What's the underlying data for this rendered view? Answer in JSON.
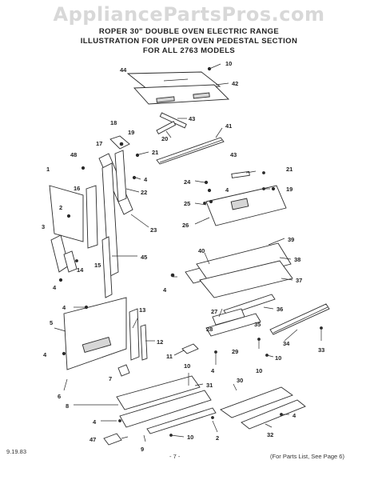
{
  "watermark": "AppliancePartsPros.com",
  "header": {
    "line1": "ROPER 30\" DOUBLE OVEN ELECTRIC RANGE",
    "line2": "ILLUSTRATION FOR UPPER OVEN PEDESTAL SECTION",
    "line3": "FOR ALL 2763 MODELS"
  },
  "footer": {
    "date": "9.19.83",
    "page": "- 7 -",
    "note": "(For Parts List, See Page 6)"
  },
  "callouts": {
    "c44": "44",
    "c10a": "10",
    "c42": "42",
    "c43a": "43",
    "c20": "20",
    "c41": "41",
    "c18": "18",
    "c19a": "19",
    "c17": "17",
    "c21a": "21",
    "c48": "48",
    "c4a": "4",
    "c22": "22",
    "c43b": "43",
    "c21b": "21",
    "c24": "24",
    "c4b": "4",
    "c19b": "19",
    "c25": "25",
    "c26": "26",
    "c1": "1",
    "c16": "16",
    "c2a": "2",
    "c23": "23",
    "c3": "3",
    "c14": "14",
    "c15": "15",
    "c45": "45",
    "c4c": "4",
    "c39": "39",
    "c40": "40",
    "c38": "38",
    "c4d": "4",
    "c37": "37",
    "c27": "27",
    "c36": "36",
    "c4e": "4",
    "c13": "13",
    "c5": "5",
    "c28": "28",
    "c35": "35",
    "c34": "34",
    "c33": "33",
    "c12": "12",
    "c4f": "4",
    "c11": "11",
    "c29": "29",
    "c10b": "10",
    "c4g": "4",
    "c10c": "10",
    "c7": "7",
    "c10d": "10",
    "c31": "31",
    "c6": "6",
    "c30": "30",
    "c8": "8",
    "c4h": "4",
    "c4i": "4",
    "c32": "32",
    "c47": "47",
    "c9": "9",
    "c10e": "10",
    "c2b": "2"
  }
}
